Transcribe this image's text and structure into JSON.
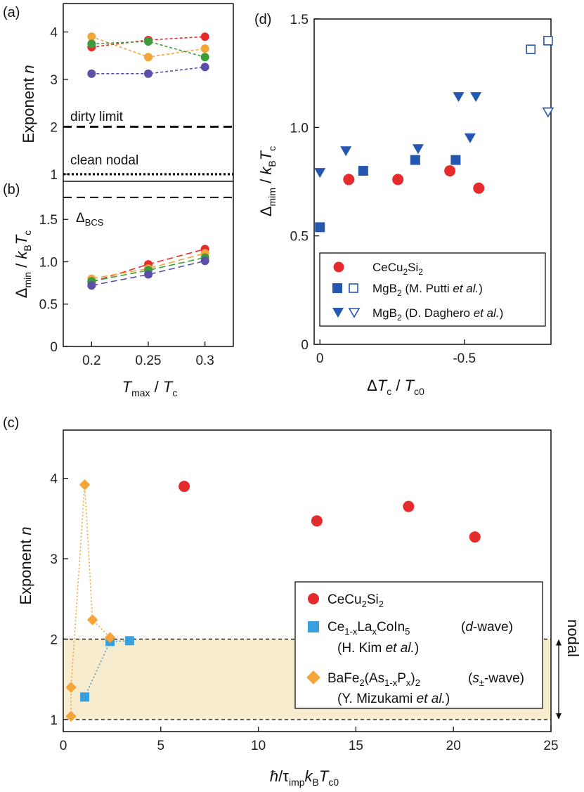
{
  "panels": {
    "a": "(a)",
    "b": "(b)",
    "c": "(c)",
    "d": "(d)"
  },
  "colors": {
    "red": "#e52b2b",
    "orange": "#f4a53a",
    "green": "#3a9c3a",
    "purple": "#5b4fa8",
    "blue": "#2457b0",
    "cyan": "#3aa0dc",
    "diamond": "#f4a53a",
    "band": "#f8ecce"
  },
  "chart_data": [
    {
      "id": "a",
      "type": "line",
      "title": "",
      "ylabel": "Exponent n",
      "xlim": [
        0.175,
        0.325
      ],
      "ylim": [
        0.85,
        4.6
      ],
      "yticks": [
        "1",
        "2",
        "3",
        "4"
      ],
      "x": [
        0.2,
        0.25,
        0.3
      ],
      "series": [
        {
          "color": "red",
          "values": [
            3.68,
            3.83,
            3.9
          ]
        },
        {
          "color": "orange",
          "values": [
            3.9,
            3.47,
            3.65
          ]
        },
        {
          "color": "green",
          "values": [
            3.75,
            3.8,
            3.47
          ]
        },
        {
          "color": "purple",
          "values": [
            3.12,
            3.12,
            3.26
          ]
        }
      ],
      "reference_lines": [
        {
          "y": 2,
          "style": "dashed",
          "label": "dirty limit"
        },
        {
          "y": 1,
          "style": "dotted",
          "label": "clean nodal"
        }
      ]
    },
    {
      "id": "b",
      "type": "line",
      "title": "",
      "xlabel": "T_max / T_c",
      "ylabel": "Δ_min / k_B T_c",
      "xlim": [
        0.175,
        0.325
      ],
      "ylim": [
        0,
        1.95
      ],
      "xticks": [
        "0.2",
        "0.25",
        "0.3"
      ],
      "yticks": [
        "0",
        "0.5",
        "1.0",
        "1.5"
      ],
      "x": [
        0.2,
        0.25,
        0.3
      ],
      "series": [
        {
          "color": "red",
          "values": [
            0.76,
            0.97,
            1.15
          ]
        },
        {
          "color": "orange",
          "values": [
            0.8,
            0.92,
            1.1
          ]
        },
        {
          "color": "green",
          "values": [
            0.77,
            0.9,
            1.05
          ]
        },
        {
          "color": "purple",
          "values": [
            0.72,
            0.85,
            1.01
          ]
        }
      ],
      "reference_lines": [
        {
          "y": 1.76,
          "style": "dashed",
          "label": "Δ_BCS"
        }
      ]
    },
    {
      "id": "d",
      "type": "scatter",
      "title": "",
      "xlabel": "ΔT_c / T_c0",
      "ylabel": "Δ_mim / k_B T_c",
      "xlim": [
        0.02,
        -0.8
      ],
      "ylim": [
        0,
        1.5
      ],
      "xticks": [
        {
          "v": 0,
          "t": "0"
        },
        {
          "v": -0.5,
          "t": "-0.5"
        }
      ],
      "yticks": [
        "0",
        "0.5",
        "1.0",
        "1.5"
      ],
      "series": [
        {
          "name": "CeCu2Si2",
          "marker": "circle",
          "color": "red",
          "points": [
            [
              -0.1,
              0.76
            ],
            [
              -0.27,
              0.76
            ],
            [
              -0.45,
              0.8
            ],
            [
              -0.55,
              0.72
            ]
          ]
        },
        {
          "name": "MgB2 (M. Putti et al.)",
          "marker": "square",
          "color": "blue",
          "points": [
            [
              0.0,
              0.54
            ],
            [
              -0.15,
              0.8
            ],
            [
              -0.33,
              0.85
            ],
            [
              -0.47,
              0.85
            ]
          ],
          "open_points": [
            [
              -0.73,
              1.36
            ],
            [
              -0.79,
              1.4
            ]
          ]
        },
        {
          "name": "MgB2 (D. Daghero et al.)",
          "marker": "triangle-down",
          "color": "blue",
          "points": [
            [
              0.0,
              0.79
            ],
            [
              -0.09,
              0.89
            ],
            [
              -0.34,
              0.9
            ],
            [
              -0.48,
              1.14
            ],
            [
              -0.54,
              1.14
            ],
            [
              -0.52,
              0.95
            ]
          ],
          "open_points": [
            [
              -0.79,
              1.07
            ]
          ]
        }
      ],
      "legend": {
        "placement": "bottom-right",
        "row1": "CeCu₂Si₂",
        "row2": "MgB₂  (M. Putti et al.)",
        "row3": "MgB₂  (D. Daghero et al.)"
      }
    },
    {
      "id": "c",
      "type": "scatter",
      "title": "",
      "xlabel": "ħ/τ_imp k_B T_c0",
      "ylabel": "Exponent n",
      "xlim": [
        0,
        25
      ],
      "ylim": [
        0.85,
        4.6
      ],
      "xticks": [
        "0",
        "5",
        "10",
        "15",
        "20",
        "25"
      ],
      "yticks": [
        "1",
        "2",
        "3",
        "4"
      ],
      "band": {
        "y": [
          1,
          2
        ],
        "label": "nodal"
      },
      "series": [
        {
          "name": "CeCu2Si2",
          "marker": "circle",
          "color": "red",
          "points": [
            [
              6.2,
              3.9
            ],
            [
              13.0,
              3.47
            ],
            [
              17.7,
              3.65
            ],
            [
              21.1,
              3.27
            ]
          ]
        },
        {
          "name": "Ce1-xLaxCoIn5 (d-wave) (H. Kim et al.)",
          "marker": "square",
          "color": "cyan",
          "connected": true,
          "points": [
            [
              1.1,
              1.28
            ],
            [
              2.4,
              1.97
            ],
            [
              3.4,
              1.98
            ]
          ]
        },
        {
          "name": "BaFe2(As1-xPx)2 (s±-wave) (Y. Mizukami et al.)",
          "marker": "diamond",
          "color": "diamond",
          "connected": true,
          "points": [
            [
              0.4,
              1.04
            ],
            [
              0.4,
              1.4
            ],
            [
              1.1,
              3.92
            ],
            [
              1.5,
              2.24
            ],
            [
              2.4,
              2.02
            ]
          ]
        }
      ],
      "legend": {
        "placement": "bottom-right",
        "row1": "CeCu₂Si₂",
        "row2a": "Ce₁₋ₓLaₓCoIn₅",
        "row2b": "(d-wave)",
        "row2c": "(H. Kim et al.)",
        "row3a": "BaFe₂(As₁₋ₓPₓ)₂",
        "row3b": "(s±-wave)",
        "row3c": "(Y. Mizukami et al.)"
      }
    }
  ]
}
